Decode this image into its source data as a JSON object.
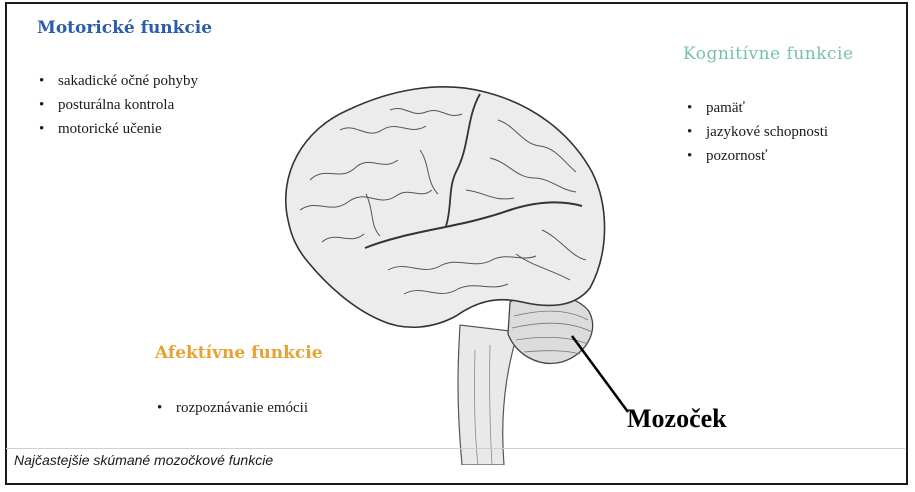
{
  "motor": {
    "title": "Motorické funkcie",
    "items": [
      "sakadické očné pohyby",
      "posturálna kontrola",
      "motorické učenie"
    ]
  },
  "cognitive": {
    "title": "Kognitívne funkcie",
    "items": [
      "pamäť",
      "jazykové schopnosti",
      "pozornosť"
    ]
  },
  "affective": {
    "title": "Afektívne funkcie",
    "items": [
      "rozpoznávanie emócii"
    ]
  },
  "pointer_label": "Mozoček",
  "caption": "Najčastejšie skúmané mozočkové funkcie",
  "colors": {
    "motor": "#2a5ea8",
    "cognitive": "#74c2ad",
    "affective": "#e7a233"
  }
}
